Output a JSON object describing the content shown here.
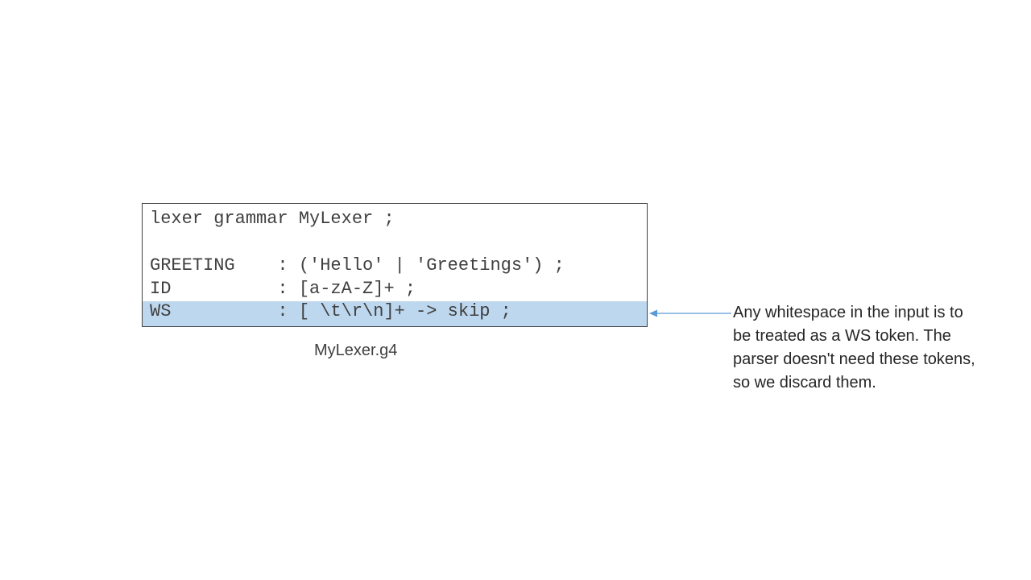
{
  "code_box": {
    "lines": [
      "lexer grammar MyLexer ;",
      "",
      "GREETING    : ('Hello' | 'Greetings') ;",
      "ID          : [a-zA-Z]+ ;",
      "WS          : [ \\t\\r\\n]+ -> skip ;"
    ],
    "highlighted_line_index": 4,
    "highlight_color": "#bdd7ee"
  },
  "caption": "MyLexer.g4",
  "annotation": {
    "lines": [
      "Any whitespace in the input is to",
      "be treated as a WS token. The",
      "parser doesn't need these tokens,",
      "so we discard them."
    ]
  },
  "connector": {
    "color": "#5b9bd5",
    "direction": "points-left-to-highlighted-line"
  }
}
